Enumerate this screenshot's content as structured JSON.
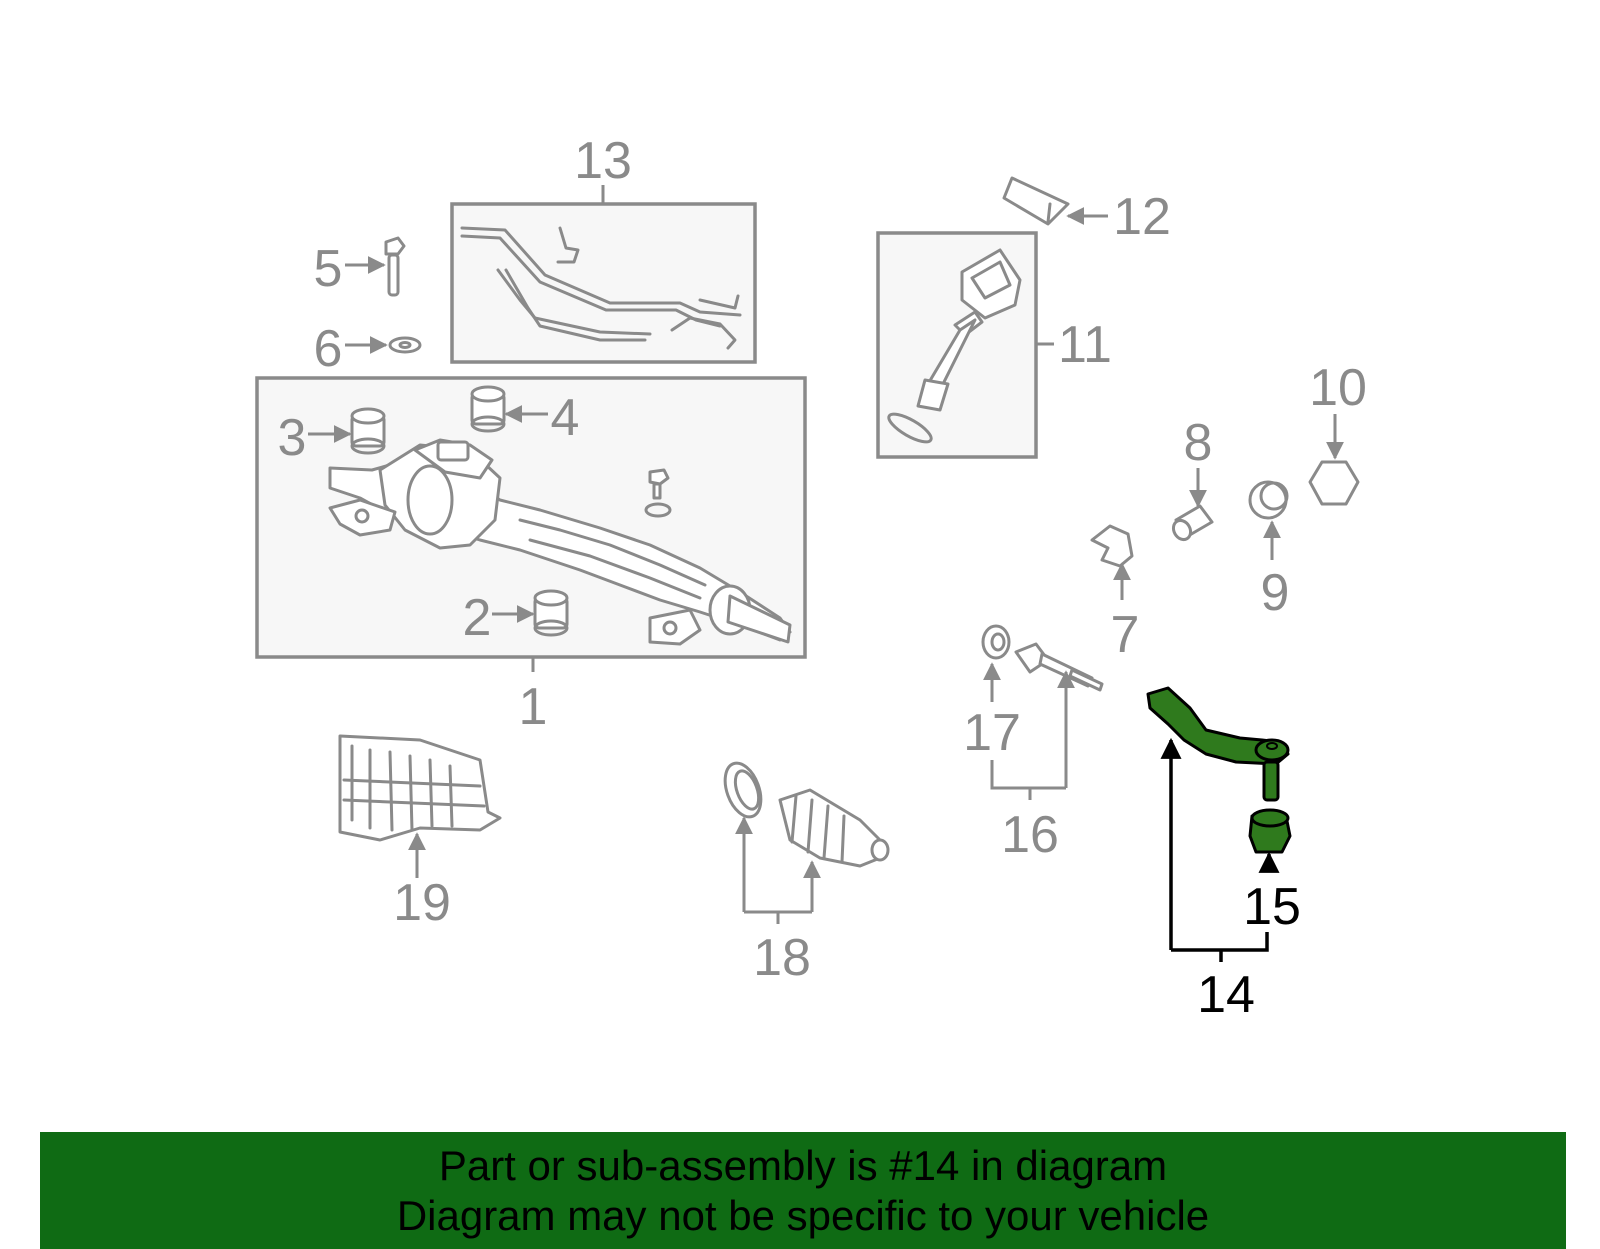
{
  "diagram": {
    "highlight_color": "#2f7a1d",
    "line_color": "#8a8a8a",
    "highlighted_part": "14",
    "callouts": {
      "c1": "1",
      "c2": "2",
      "c3": "3",
      "c4": "4",
      "c5": "5",
      "c6": "6",
      "c7": "7",
      "c8": "8",
      "c9": "9",
      "c10": "10",
      "c11": "11",
      "c12": "12",
      "c13": "13",
      "c14": "14",
      "c15": "15",
      "c16": "16",
      "c17": "17",
      "c18": "18",
      "c19": "19"
    }
  },
  "banner": {
    "background": "#0f6b14",
    "line1": "Part or sub-assembly is #14 in diagram",
    "line2": "Diagram may not be specific to your vehicle"
  }
}
